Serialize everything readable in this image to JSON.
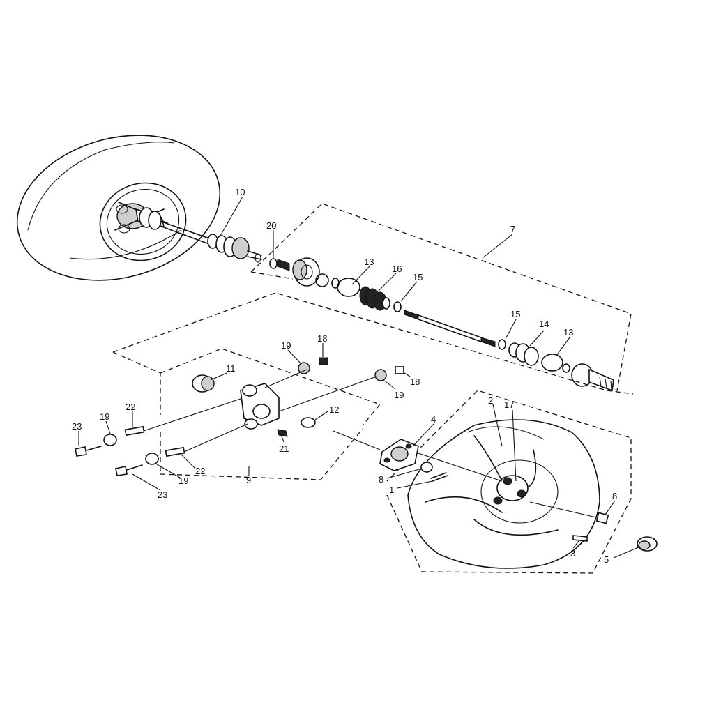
{
  "callouts": [
    {
      "id": "c10",
      "label": "10"
    },
    {
      "id": "c20",
      "label": "20"
    },
    {
      "id": "c7",
      "label": "7"
    },
    {
      "id": "c13a",
      "label": "13"
    },
    {
      "id": "c16",
      "label": "16"
    },
    {
      "id": "c15a",
      "label": "15"
    },
    {
      "id": "c15b",
      "label": "15"
    },
    {
      "id": "c14",
      "label": "14"
    },
    {
      "id": "c13b",
      "label": "13"
    },
    {
      "id": "c18a",
      "label": "18"
    },
    {
      "id": "c19a",
      "label": "19"
    },
    {
      "id": "c11",
      "label": "11"
    },
    {
      "id": "c18b",
      "label": "18"
    },
    {
      "id": "c19b",
      "label": "19"
    },
    {
      "id": "c12",
      "label": "12"
    },
    {
      "id": "c22a",
      "label": "22"
    },
    {
      "id": "c19c",
      "label": "19"
    },
    {
      "id": "c23a",
      "label": "23"
    },
    {
      "id": "c21",
      "label": "21"
    },
    {
      "id": "c22b",
      "label": "22"
    },
    {
      "id": "c19d",
      "label": "19"
    },
    {
      "id": "c9",
      "label": "9"
    },
    {
      "id": "c23b",
      "label": "23"
    },
    {
      "id": "c4",
      "label": "4"
    },
    {
      "id": "c2",
      "label": "2"
    },
    {
      "id": "c17",
      "label": "17"
    },
    {
      "id": "c8a",
      "label": "8"
    },
    {
      "id": "c1",
      "label": "1"
    },
    {
      "id": "c8b",
      "label": "8"
    },
    {
      "id": "c3",
      "label": "3"
    },
    {
      "id": "c5",
      "label": "5"
    }
  ]
}
